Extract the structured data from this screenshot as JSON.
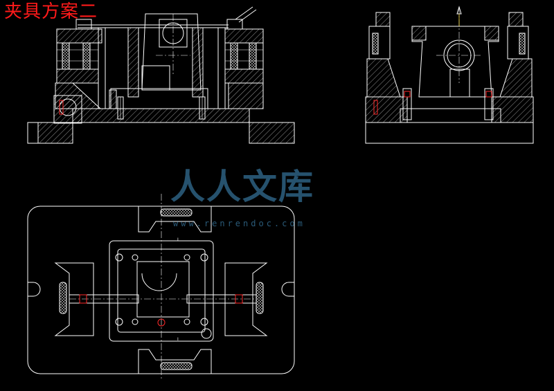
{
  "drawing": {
    "title": "夹具方案二",
    "colors": {
      "background": "#000000",
      "lines": "#ffffff",
      "title": "#ff1a1a",
      "bolts": "#ff2a2a",
      "watermark": "#4696c8"
    }
  },
  "watermark": {
    "text": "人人文库",
    "url": "www.renrendoc.com"
  }
}
